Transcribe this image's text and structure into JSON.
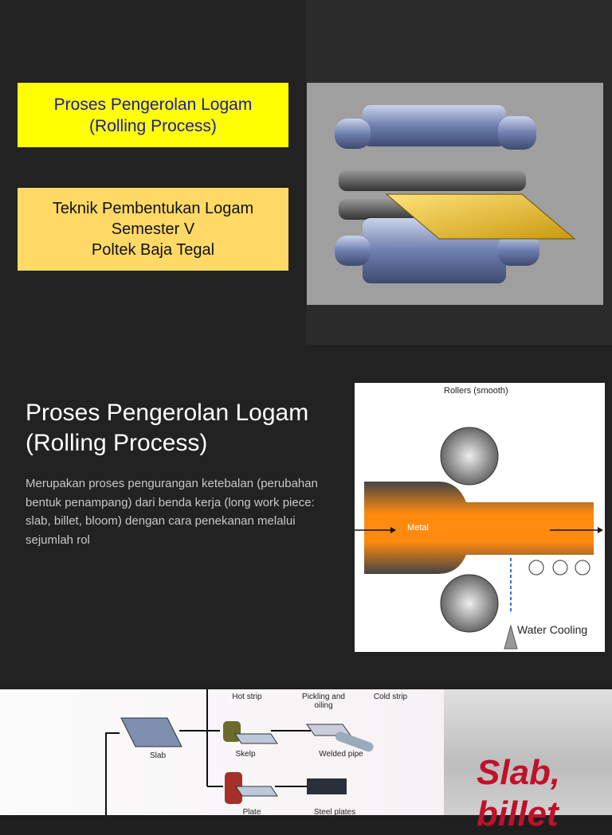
{
  "slide1": {
    "title_lines": [
      "Proses Pengerolan Logam",
      "(Rolling Process)"
    ],
    "subtitle_lines": [
      "Teknik Pembentukan Logam",
      "Semester V",
      "Poltek Baja Tegal"
    ],
    "title_bg": "#ffff00",
    "title_color": "#1a1aa8",
    "subtitle_bg": "#ffd966"
  },
  "slide2": {
    "heading": "Proses Pengerolan Logam (Rolling Process)",
    "body": "Merupakan proses pengurangan ketebalan (perubahan bentuk penampang) dari benda kerja (long work piece: slab, billet, bloom) dengan cara penekanan melalui sejumlah rol",
    "diagram": {
      "rollers_label": "Rollers (smooth)",
      "metal_label": "Metal",
      "cooling_label": "Water Cooling"
    }
  },
  "slide3": {
    "diagram": {
      "hot_strip": "Hot strip",
      "pickling": [
        "Pickling and",
        "oiling"
      ],
      "cold_strip": "Cold strip",
      "slab": "Slab",
      "skelp": "Skelp",
      "welded_pipe": "Welded pipe",
      "plate": "Plate",
      "steel_plates": "Steel plates"
    },
    "side_title": [
      "Slab,",
      "billet"
    ]
  }
}
